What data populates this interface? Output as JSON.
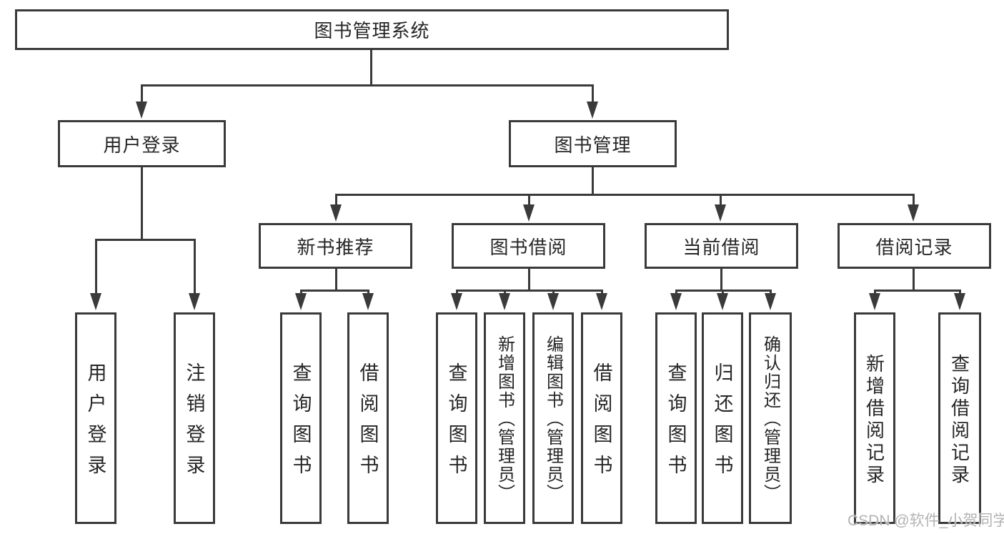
{
  "tree": {
    "root": "图书管理系统",
    "branches": [
      {
        "label": "用户登录",
        "leaves": [
          "用户登录",
          "注销登录"
        ]
      },
      {
        "label": "图书管理",
        "groups": [
          {
            "label": "新书推荐",
            "leaves": [
              "查询图书",
              "借阅图书"
            ]
          },
          {
            "label": "图书借阅",
            "leaves": [
              "查询图书",
              "新增图书（管理员）",
              "编辑图书（管理员）",
              "借阅图书"
            ]
          },
          {
            "label": "当前借阅",
            "leaves": [
              "查询图书",
              "归还图书",
              "确认归还（管理员）"
            ]
          },
          {
            "label": "借阅记录",
            "leaves": [
              "新增借阅记录",
              "查询借阅记录"
            ]
          }
        ]
      }
    ]
  },
  "watermark": {
    "text": "CSDN @软件_小贺同学"
  },
  "colors": {
    "line": "#3a3a3a",
    "node_text": "#262626",
    "node_background": "#ffffff",
    "background": "#ffffff",
    "watermark_text": "#b3b3b3"
  }
}
